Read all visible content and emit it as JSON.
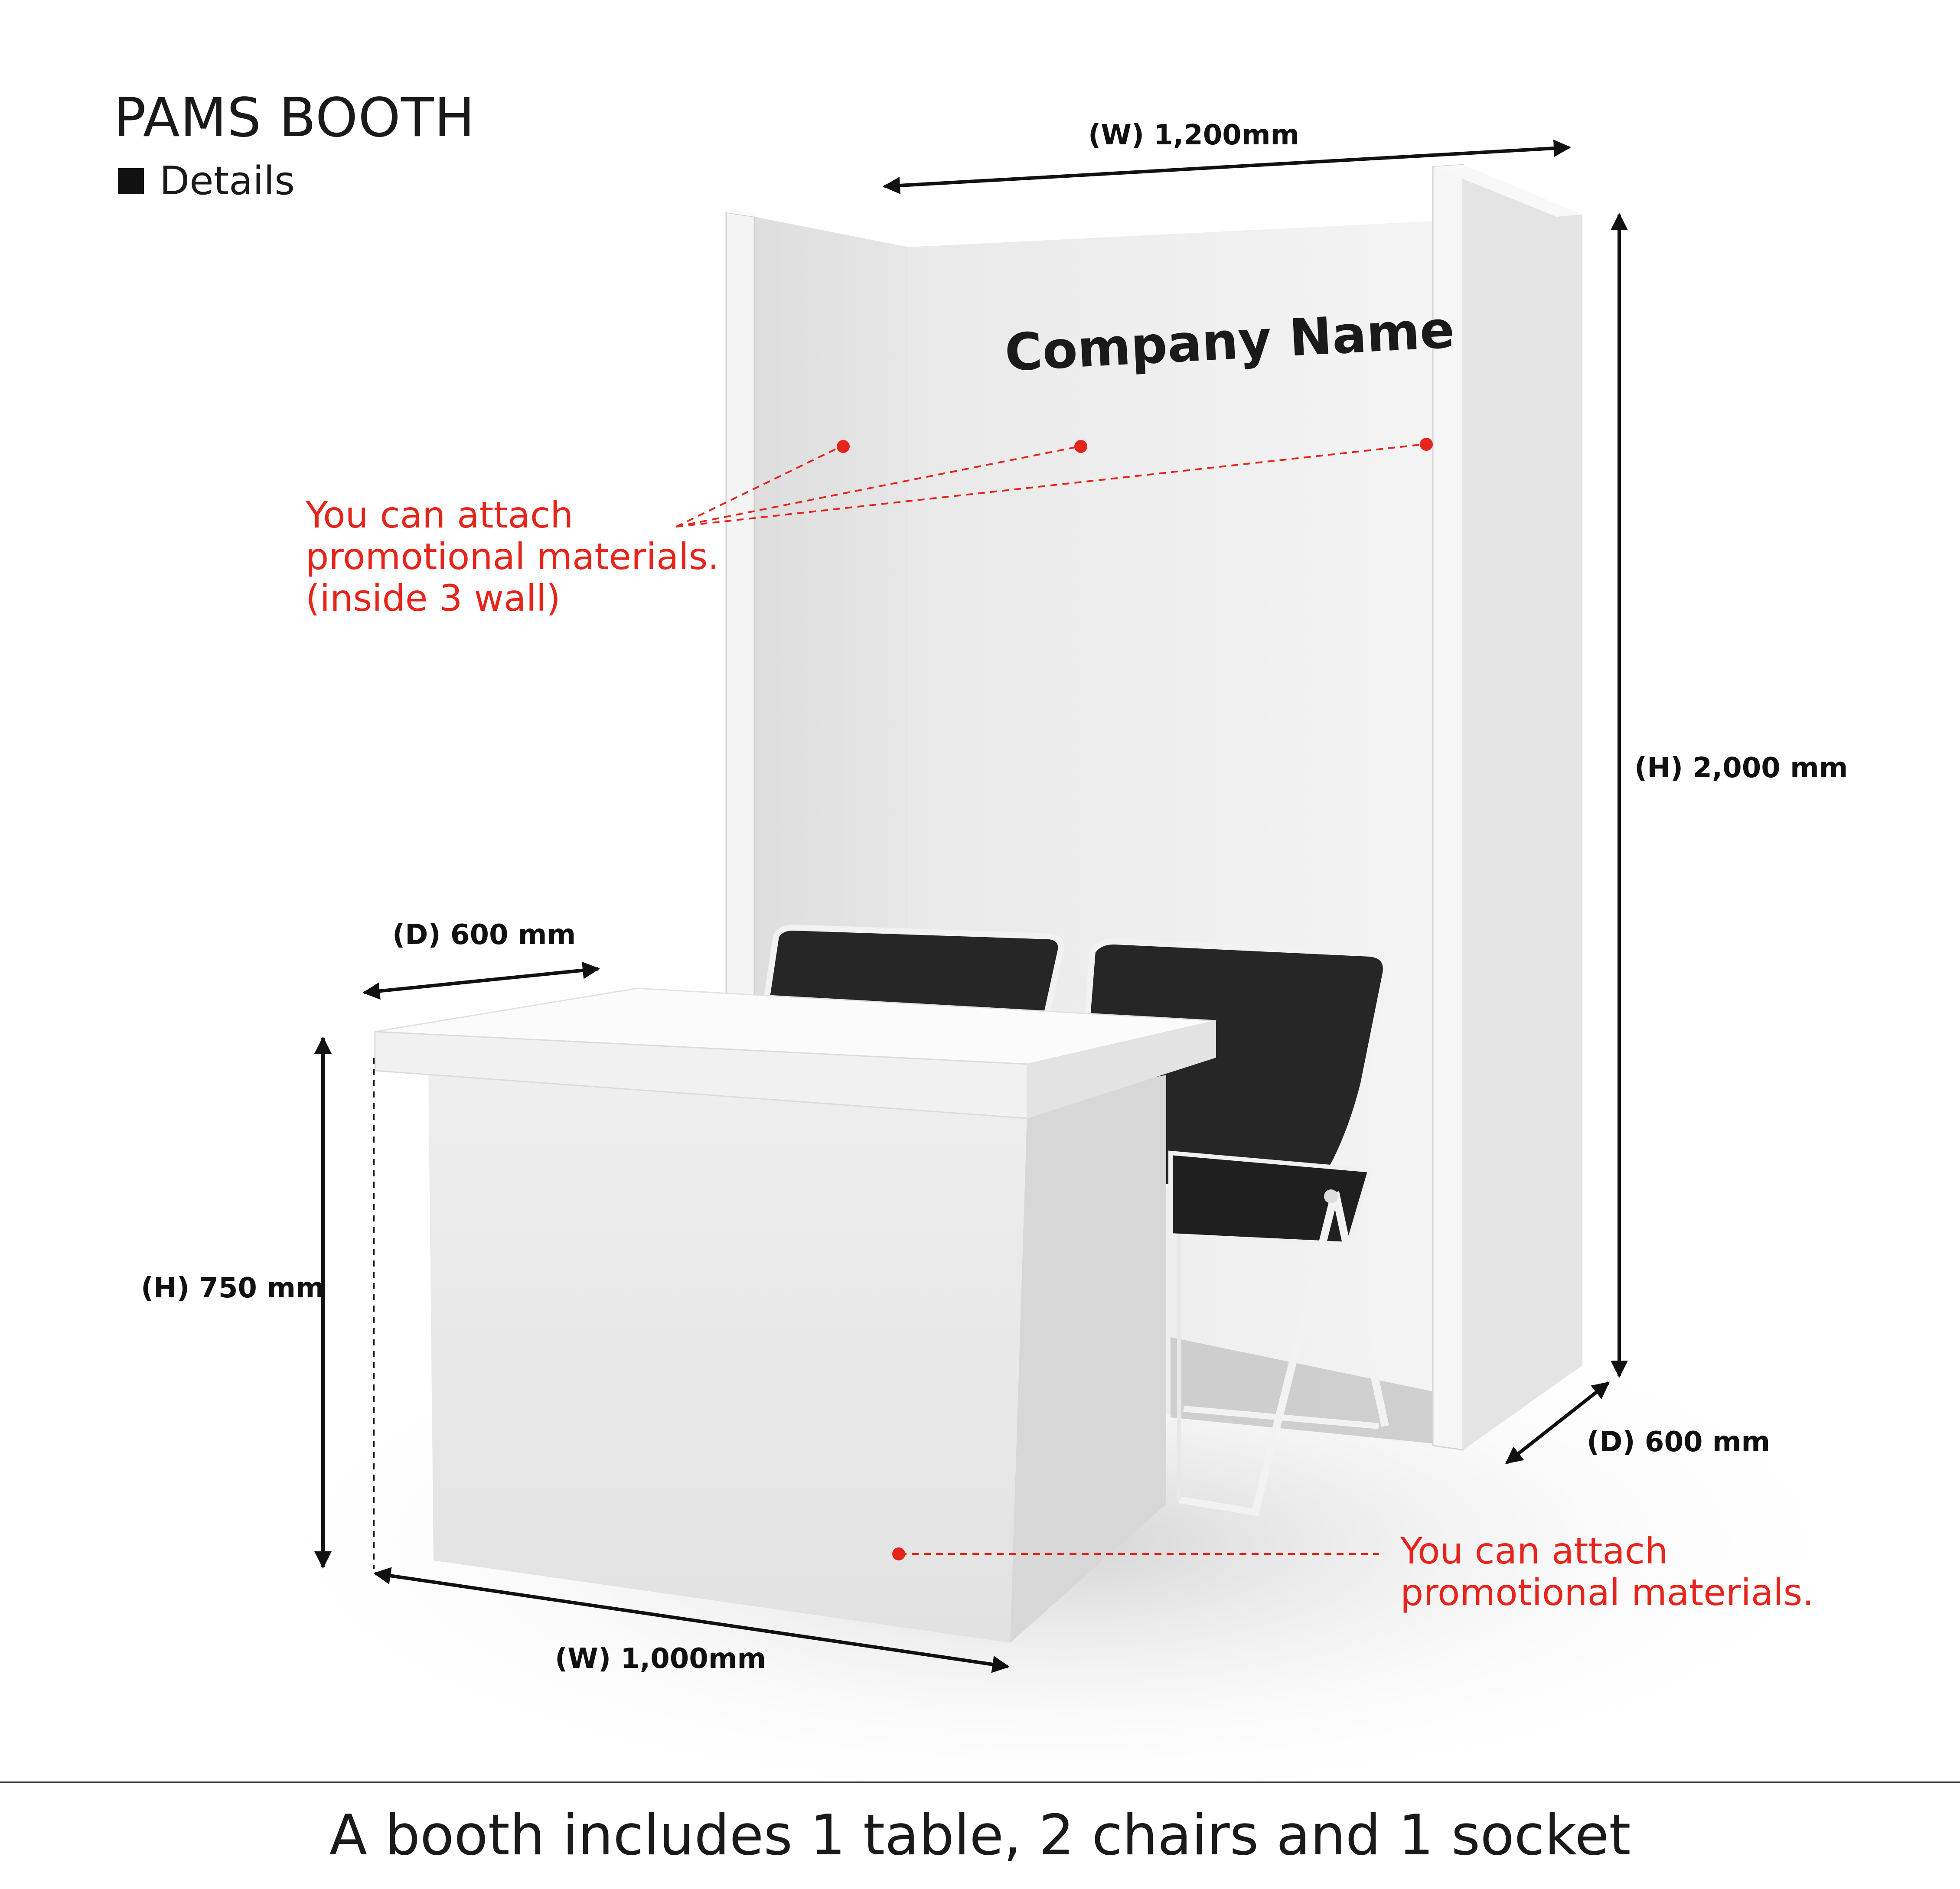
{
  "header": {
    "title": "PAMS BOOTH",
    "subtitle": "Details"
  },
  "booth": {
    "sign": "Company Name"
  },
  "dimensions": {
    "wall_width": "(W) 1,200mm",
    "wall_height": "(H) 2,000 mm",
    "wall_depth": "(D) 600 mm",
    "table_depth": "(D) 600 mm",
    "table_height": "(H) 750 mm",
    "table_width": "(W) 1,000mm"
  },
  "notes": {
    "walls": [
      "You can attach",
      "promotional materials.",
      "(inside 3 wall)"
    ],
    "table": [
      "You can attach",
      "promotional materials."
    ]
  },
  "colors": {
    "accent": "#e5241b",
    "text": "#111111"
  },
  "footer": {
    "text": "A booth includes 1 table, 2 chairs and 1 socket"
  }
}
